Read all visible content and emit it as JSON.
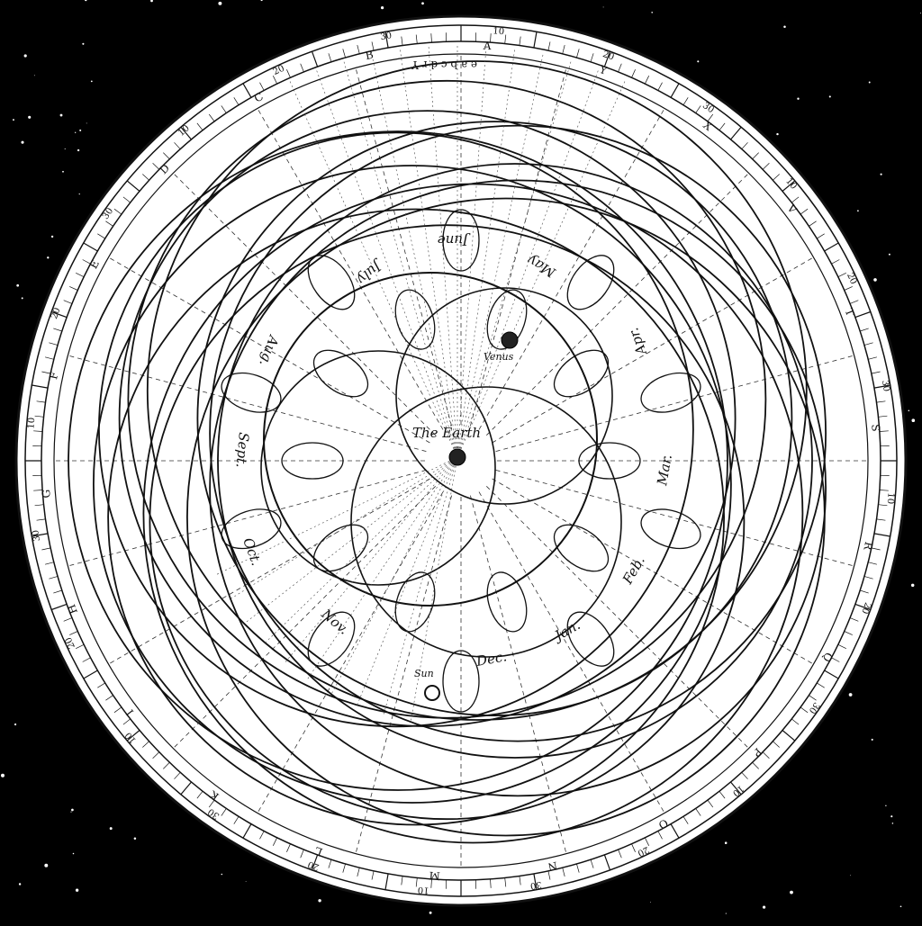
{
  "diagram": {
    "center_label": "The Earth",
    "venus_label": "Venus",
    "sun_label": "Sun",
    "months": [
      "Jan.",
      "Feb.",
      "Mar.",
      "Apr.",
      "May",
      "June",
      "July",
      "Aug.",
      "Sept.",
      "Oct.",
      "Nov.",
      "Dec."
    ],
    "outer_rim_letters": [
      "Y",
      "X",
      "V",
      "T",
      "S",
      "R",
      "Q",
      "P",
      "O",
      "N",
      "M",
      "L",
      "K",
      "I",
      "H",
      "G",
      "F",
      "E",
      "D",
      "C",
      "B",
      "A"
    ],
    "rim_degree_labels": [
      "10",
      "20",
      "30"
    ],
    "zodiac_top": "e a b c d r Y",
    "loop_count": 20,
    "ring_count": 14
  }
}
